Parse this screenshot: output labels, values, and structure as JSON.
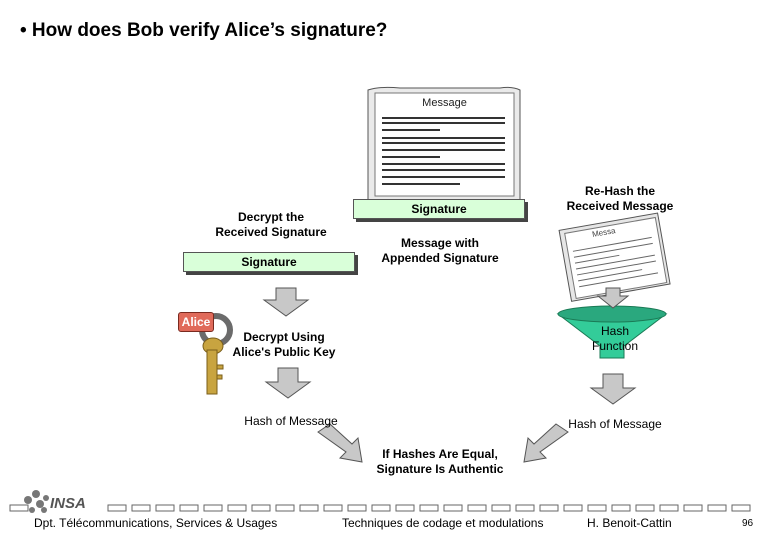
{
  "slide": {
    "title": "• How does Bob verify Alice’s signature?"
  },
  "message_doc": {
    "header": "Message"
  },
  "signature_box_center": "Signature",
  "appended_label": "Message with\nAppended Signature",
  "decrypt_received_label": "Decrypt the\nReceived Signature",
  "signature_box_left": "Signature",
  "alice_tag": "Alice",
  "decrypt_using_label": "Decrypt Using\nAlice's Public Key",
  "hash_left_label": "Hash of Message",
  "rehash_label": "Re-Hash the\nReceived Message",
  "tilted_doc_header": "Messa",
  "hash_function_label": "Hash\nFunction",
  "hash_right_label": "Hash of Message",
  "equal_label": "If Hashes Are Equal,\nSignature Is Authentic",
  "footer": {
    "logo_text": "INSA",
    "department": "Dpt. Télécommunications, Services & Usages",
    "course": "Techniques de codage et modulations",
    "author": "H. Benoit-Cattin",
    "page": "96"
  },
  "colors": {
    "green_box": "#d9ffd9",
    "teal_funnel": "#33cc99",
    "alice_tag": "#e06a5a",
    "arrow_fill": "#c8c8c8",
    "paper": "#ffffff",
    "key": "#c8a440"
  }
}
